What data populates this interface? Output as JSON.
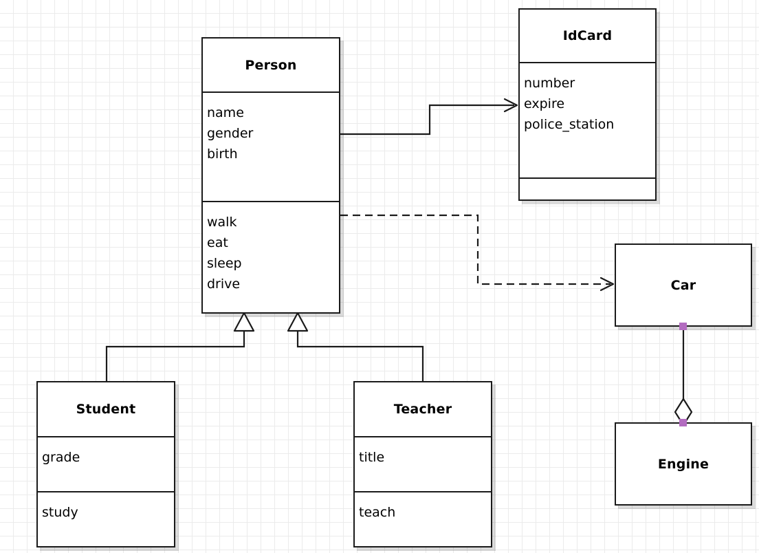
{
  "diagram": {
    "kind": "uml-class-diagram",
    "background": "#ffffff",
    "grid_color": "#ebebeb",
    "line_color": "#1a1a1a",
    "handle_color": "#b36cc0"
  },
  "classes": {
    "person": {
      "name": "Person",
      "attributes": [
        "name",
        "gender",
        "birth"
      ],
      "methods": [
        "walk",
        "eat",
        "sleep",
        "drive"
      ]
    },
    "idcard": {
      "name": "IdCard",
      "attributes": [
        "number",
        "expire",
        "police_station"
      ],
      "methods": []
    },
    "car": {
      "name": "Car",
      "attributes": [],
      "methods": []
    },
    "engine": {
      "name": "Engine",
      "attributes": [],
      "methods": []
    },
    "student": {
      "name": "Student",
      "attributes": [
        "grade"
      ],
      "methods": [
        "study"
      ]
    },
    "teacher": {
      "name": "Teacher",
      "attributes": [
        "title"
      ],
      "methods": [
        "teach"
      ]
    }
  },
  "relations": [
    {
      "id": "person-idcard",
      "type": "association",
      "from": "Person",
      "to": "IdCard",
      "style": "solid",
      "arrow": "open"
    },
    {
      "id": "person-car",
      "type": "dependency",
      "from": "Person",
      "to": "Car",
      "style": "dashed",
      "arrow": "open"
    },
    {
      "id": "student-person",
      "type": "generalization",
      "from": "Student",
      "to": "Person",
      "style": "solid",
      "arrow": "hollow-triangle"
    },
    {
      "id": "teacher-person",
      "type": "generalization",
      "from": "Teacher",
      "to": "Person",
      "style": "solid",
      "arrow": "hollow-triangle"
    },
    {
      "id": "car-engine",
      "type": "aggregation",
      "from": "Car",
      "to": "Engine",
      "style": "solid",
      "arrow": "hollow-diamond"
    }
  ]
}
